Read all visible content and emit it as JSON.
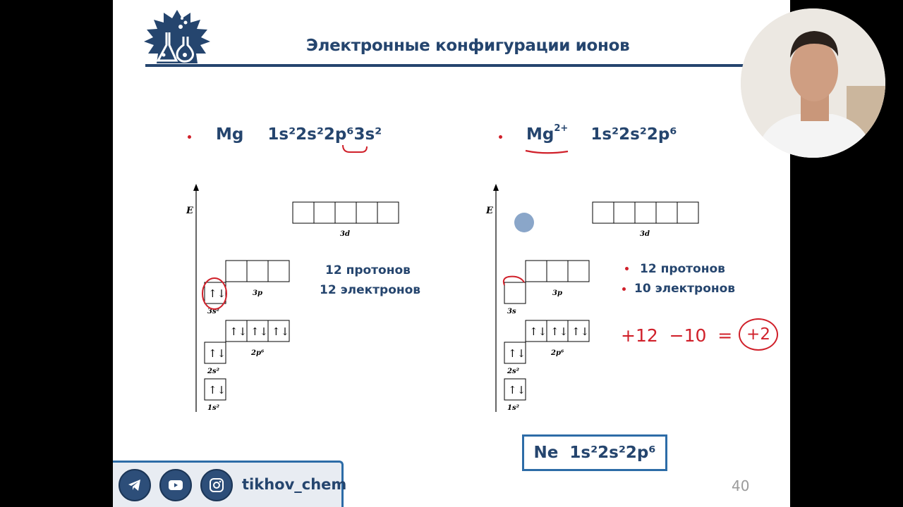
{
  "slide": {
    "title": "Электронные конфигурации ионов",
    "page_number": "40"
  },
  "left_panel": {
    "symbol": "Mg",
    "config_main": "1s²2s²2p⁶",
    "config_valence": "3s²",
    "protons": "12 протонов",
    "electrons": "12 электронов",
    "axis_label": "E",
    "orbitals": {
      "d3": "3d",
      "p3": "3p",
      "s3": "3s²",
      "p2": "2p⁶",
      "s2": "2s²",
      "s1": "1s²"
    }
  },
  "right_panel": {
    "symbol": "Mg",
    "charge": "2+",
    "config": "1s²2s²2p⁶",
    "protons": "12 протонов",
    "electrons": "10 электронов",
    "charge_calc": "+12  −10  =",
    "charge_result": "+2",
    "axis_label": "E",
    "orbitals": {
      "d3": "3d",
      "p3": "3p",
      "s3": "3s",
      "p2": "2p⁶",
      "s2": "2s²",
      "s1": "1s²"
    }
  },
  "noble_gas_box": {
    "symbol": "Ne",
    "config": "1s²2s²2p⁶"
  },
  "footer": {
    "handle": "tikhov_chem",
    "icons": [
      "telegram-icon",
      "youtube-icon",
      "instagram-icon"
    ]
  },
  "colors": {
    "navy": "#25456e",
    "accent_blue": "#2d6ca7",
    "annotation_red": "#d0202a",
    "background": "#000000"
  }
}
